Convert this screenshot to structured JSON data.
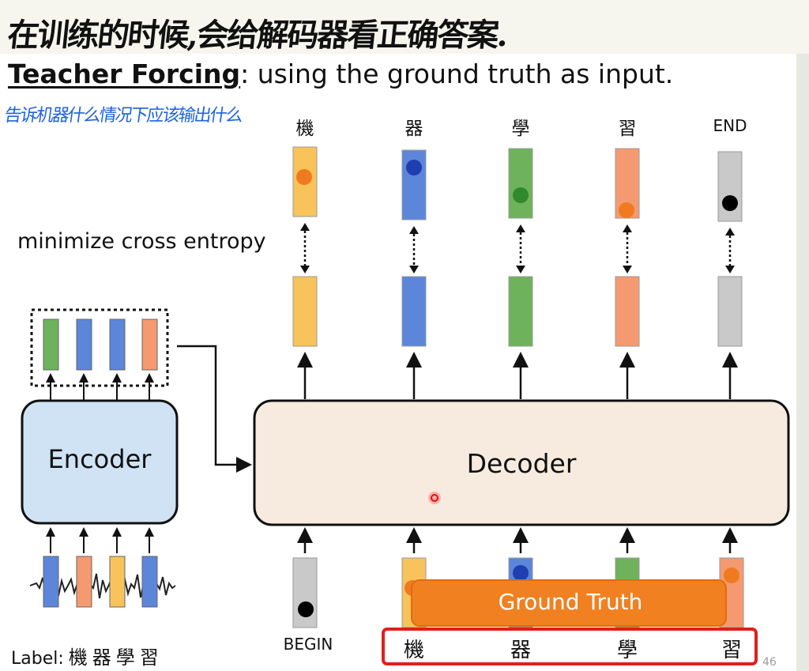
{
  "annotations": {
    "top_handwriting": "在训练的时候,会给解码器看正确答案.",
    "blue_handwriting": "告诉机器什么情况下应该输出什么"
  },
  "slide": {
    "title_bold": "Teacher Forcing",
    "title_rest": ": using the ground truth as input.",
    "loss_label": "minimize cross entropy",
    "encoder_label": "Encoder",
    "decoder_label": "Decoder",
    "ground_truth_label": "Ground Truth",
    "begin_label": "BEGIN",
    "label_prefix": "Label:",
    "label_chars": [
      "機",
      "器",
      "學",
      "習"
    ],
    "page_number": "46",
    "outputs": [
      {
        "char": "機",
        "color": "#f7c35a"
      },
      {
        "char": "器",
        "color": "#5b86d9"
      },
      {
        "char": "學",
        "color": "#6fb25c"
      },
      {
        "char": "習",
        "color": "#f59a70"
      },
      {
        "char": "END",
        "color": "#c9c9c9"
      }
    ],
    "ground_truth_inputs": [
      "機",
      "器",
      "學",
      "習"
    ],
    "colors": {
      "yellow": "#f7c35a",
      "blue": "#5b86d9",
      "green": "#6fb25c",
      "orange": "#f59a70",
      "gray": "#c9c9c9",
      "ground_truth_button": "#f08020",
      "highlight_box": "#e0201a"
    }
  }
}
